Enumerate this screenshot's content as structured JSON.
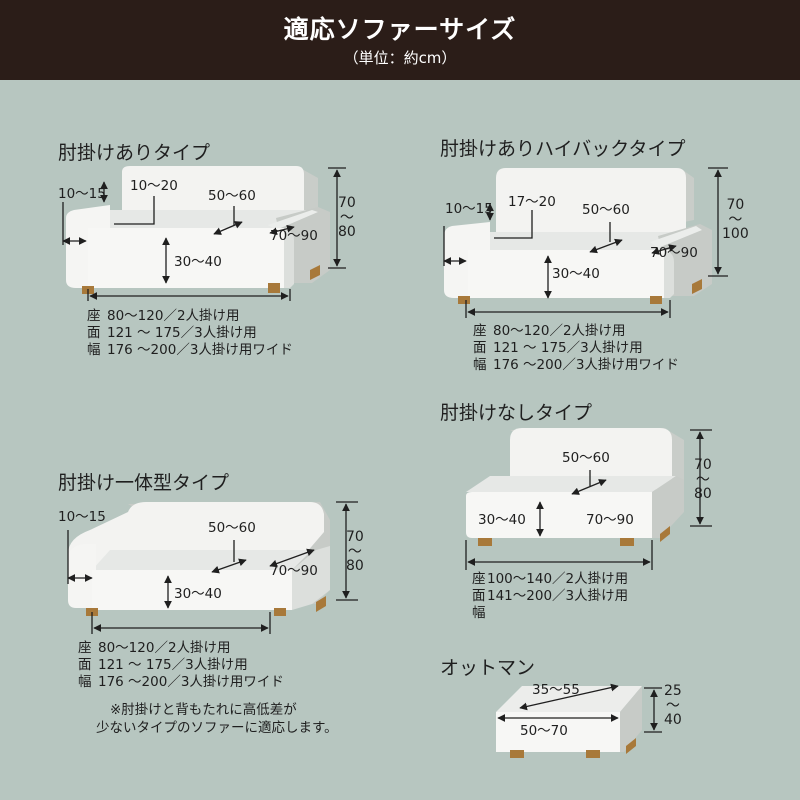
{
  "header": {
    "title": "適応ソファーサイズ",
    "unit": "（単位：約cm）"
  },
  "colors": {
    "background": "#b7c6c0",
    "header_bg": "#2b1d18",
    "sofa_body": "#f4f4f2",
    "sofa_shade": "#cbcfcb",
    "leg": "#a8793a"
  },
  "sections": {
    "armrest": {
      "title": "肘掛けありタイプ",
      "arm_width": "10〜15",
      "arm_height": "10〜20",
      "back_depth": "50〜60",
      "depth": "70〜90",
      "seat_height": "30〜40",
      "total_height": "70\n〜\n80",
      "seat_width_key": [
        "座",
        "面",
        "幅"
      ],
      "seat_width_rows": [
        "80〜120／2人掛け用",
        "121 〜 175／3人掛け用",
        "176 〜200／3人掛け用ワイド"
      ]
    },
    "highback": {
      "title": "肘掛けありハイバックタイプ",
      "arm_width": "10〜15",
      "arm_height": "17〜20",
      "back_depth": "50〜60",
      "depth": "70〜90",
      "seat_height": "30〜40",
      "total_height": "70\n〜\n100",
      "seat_width_key": [
        "座",
        "面",
        "幅"
      ],
      "seat_width_rows": [
        "80〜120／2人掛け用",
        "121 〜 175／3人掛け用",
        "176 〜200／3人掛け用ワイド"
      ]
    },
    "armless": {
      "title": "肘掛けなしタイプ",
      "back_depth": "50〜60",
      "seat_height": "30〜40",
      "depth": "70〜90",
      "total_height": "70\n〜\n80",
      "seat_width_key": [
        "座",
        "面",
        "幅"
      ],
      "seat_width_rows": [
        "100〜140／2人掛け用",
        "141〜200／3人掛け用"
      ]
    },
    "integrated": {
      "title": "肘掛け一体型タイプ",
      "arm_width": "10〜15",
      "back_depth": "50〜60",
      "depth": "70〜90",
      "seat_height": "30〜40",
      "total_height": "70\n〜\n80",
      "seat_width_key": [
        "座",
        "面",
        "幅"
      ],
      "seat_width_rows": [
        "80〜120／2人掛け用",
        "121 〜 175／3人掛け用",
        "176 〜200／3人掛け用ワイド"
      ],
      "note_lines": [
        "※肘掛けと背もたれに高低差が",
        "少ないタイプのソファーに適応します。"
      ]
    },
    "ottoman": {
      "title": "オットマン",
      "top_depth": "35〜55",
      "width": "50〜70",
      "height": "25\n〜\n40"
    }
  }
}
